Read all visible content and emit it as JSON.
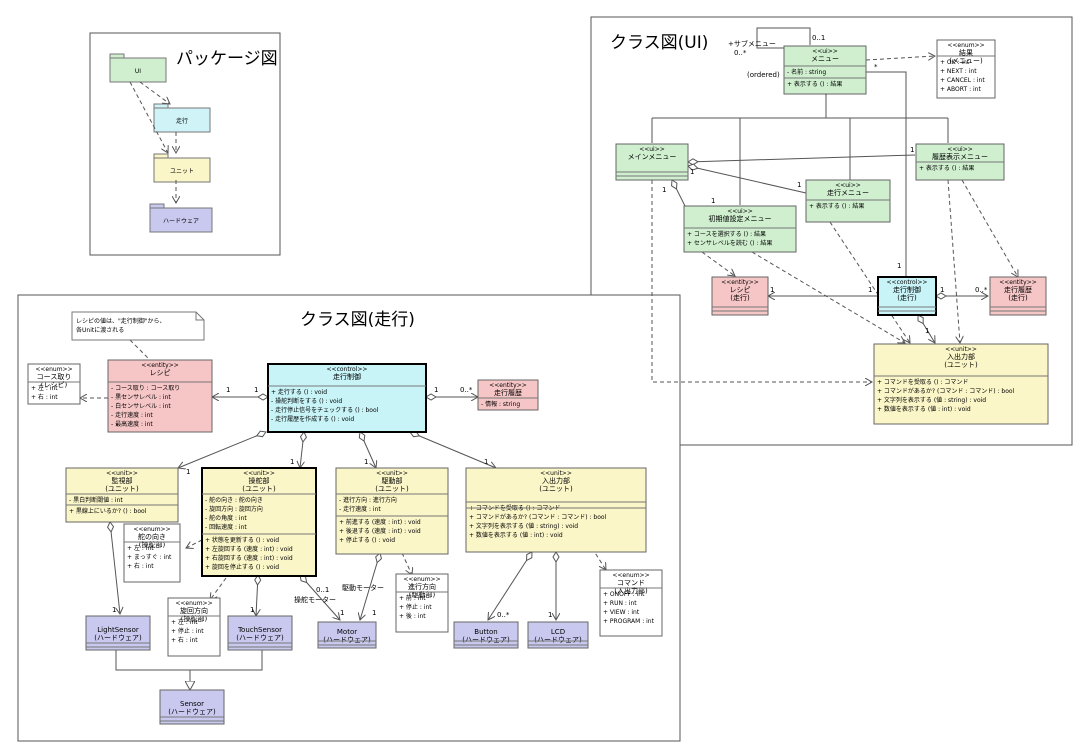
{
  "panels": {
    "pkg": {
      "title": "パッケージ図"
    },
    "ui": {
      "title": "クラス図(UI)"
    },
    "run": {
      "title": "クラス図(走行)"
    }
  },
  "packages": [
    {
      "id": "p-ui",
      "name": "UI",
      "fill": "#cfefcf"
    },
    {
      "id": "p-run",
      "name": "走行",
      "fill": "#cff3f7"
    },
    {
      "id": "p-unit",
      "name": "ユニット",
      "fill": "#fbf6c8"
    },
    {
      "id": "p-hw",
      "name": "ハードウェア",
      "fill": "#c9c9f0"
    }
  ],
  "colors": {
    "ui": "#cfefcf",
    "control": "#c8f4f8",
    "entity": "#f6c6c6",
    "unit": "#fbf6c8",
    "hardware": "#c9c9f0",
    "enum": "#ffffff"
  },
  "note": {
    "text": [
      "レシピの値は、\"走行制御\"から、",
      "各Unitに渡される"
    ]
  },
  "classes": [
    {
      "id": "u-menu",
      "stereo": "<<ui>>",
      "name": "メニュー",
      "attrs": [
        "- 名前 : string"
      ],
      "ops": [
        "+ 表示する () : 結果"
      ],
      "kind": "ui"
    },
    {
      "id": "u-result",
      "stereo": "<<enum>>",
      "name": "結果\n(メニュー)",
      "attrs": [
        "+ OK : int",
        "+ NEXT : int",
        "+ CANCEL : int",
        "+ ABORT : int"
      ],
      "ops": [],
      "kind": "enum"
    },
    {
      "id": "u-main",
      "stereo": "<<ui>>",
      "name": "メインメニュー",
      "attrs": [],
      "ops": [],
      "kind": "ui"
    },
    {
      "id": "u-hist",
      "stereo": "<<ui>>",
      "name": "履歴表示メニュー",
      "attrs": [],
      "ops": [
        "+ 表示する () : 結果"
      ],
      "kind": "ui"
    },
    {
      "id": "u-run",
      "stereo": "<<ui>>",
      "name": "走行メニュー",
      "attrs": [],
      "ops": [
        "+ 表示する () : 結果"
      ],
      "kind": "ui"
    },
    {
      "id": "u-init",
      "stereo": "<<ui>>",
      "name": "初期値設定メニュー",
      "attrs": [],
      "ops": [
        "+ コースを選択する () : 結果",
        "+ センサレベルを読む () : 結果"
      ],
      "kind": "ui"
    },
    {
      "id": "u-recipe",
      "stereo": "<<entity>>",
      "name": "レシピ\n(走行)",
      "attrs": [],
      "ops": [],
      "kind": "entity"
    },
    {
      "id": "u-ctrl",
      "stereo": "<<control>>",
      "name": "走行制御\n(走行)",
      "attrs": [],
      "ops": [],
      "kind": "control"
    },
    {
      "id": "u-histe",
      "stereo": "<<entity>>",
      "name": "走行履歴\n(走行)",
      "attrs": [],
      "ops": [],
      "kind": "entity"
    },
    {
      "id": "u-io",
      "stereo": "<<unit>>",
      "name": "入出力部\n(ユニット)",
      "attrs": [],
      "ops": [
        "+ コマンドを受取る () : コマンド",
        "+ コマンドがあるか? (コマンド : コマンド) : bool",
        "+ 文字列を表示する (値 : string) : void",
        "+ 数値を表示する (値 : int) : void"
      ],
      "kind": "unit"
    },
    {
      "id": "r-course",
      "stereo": "<<enum>>",
      "name": "コース取り\n(レシピ)",
      "attrs": [
        "+ 左 : int",
        "+ 右 : int"
      ],
      "ops": [],
      "kind": "enum"
    },
    {
      "id": "r-recipe",
      "stereo": "<<entity>>",
      "name": "レシピ",
      "attrs": [
        "- コース取り : コース取り",
        "- 黒センサレベル : int",
        "- 白センサレベル : int",
        "- 走行速度 : int",
        "- 最高速度 : int"
      ],
      "ops": [],
      "kind": "entity"
    },
    {
      "id": "r-ctrl",
      "stereo": "<<control>>",
      "name": "走行制御",
      "attrs": [],
      "ops": [
        "+ 走行する () : void",
        "- 操舵判断をする () : void",
        "- 走行停止信号をチェックする () : bool",
        "- 走行履歴を作成する () : void"
      ],
      "kind": "control"
    },
    {
      "id": "r-hist",
      "stereo": "<<entity>>",
      "name": "走行履歴",
      "attrs": [
        "- 情報 : string"
      ],
      "ops": [],
      "kind": "entity"
    },
    {
      "id": "r-mon",
      "stereo": "<<unit>>",
      "name": "監視部\n(ユニット)",
      "attrs": [
        "- 黒白判断閾値 : int"
      ],
      "ops": [
        "+ 黒線上にいるか? () : bool"
      ],
      "kind": "unit"
    },
    {
      "id": "r-steer",
      "stereo": "<<unit>>",
      "name": "操舵部\n(ユニット)",
      "attrs": [
        "- 舵の向き : 舵の向き",
        "- 旋回方向 : 旋回方向",
        "- 舵の角度 : int",
        "- 回転速度 : int"
      ],
      "ops": [
        "+ 状態を更新する () : void",
        "+ 左旋回する (速度 : int) : void",
        "+ 右旋回する (速度 : int) : void",
        "+ 旋回を停止する () : void"
      ],
      "kind": "unit"
    },
    {
      "id": "r-drive",
      "stereo": "<<unit>>",
      "name": "駆動部\n(ユニット)",
      "attrs": [
        "- 進行方向 : 進行方向",
        "- 走行速度 : int"
      ],
      "ops": [
        "+ 前進する (速度 : int) : void",
        "+ 後退する (速度 : int) : void",
        "+ 停止する () : void"
      ],
      "kind": "unit"
    },
    {
      "id": "r-io",
      "stereo": "<<unit>>",
      "name": "入出力部\n(ユニット)",
      "attrs": [],
      "ops": [
        "+ コマンドを受取る () : コマンド",
        "+ コマンドがあるか? (コマンド : コマンド) : bool",
        "+ 文字列を表示する (値 : string) : void",
        "+ 数値を表示する (値 : int) : void"
      ],
      "kind": "unit"
    },
    {
      "id": "r-rud",
      "stereo": "<<enum>>",
      "name": "舵の向き\n(操舵部)",
      "attrs": [
        "+ 左 : int",
        "+ まっすぐ : int",
        "+ 右 : int"
      ],
      "ops": [],
      "kind": "enum"
    },
    {
      "id": "r-turn",
      "stereo": "<<enum>>",
      "name": "旋回方向\n(操舵部)",
      "attrs": [
        "+ 左 : int",
        "+ 停止 : int",
        "+ 右 : int"
      ],
      "ops": [],
      "kind": "enum"
    },
    {
      "id": "r-dir",
      "stereo": "<<enum>>",
      "name": "進行方向\n(駆動部)",
      "attrs": [
        "+ 前 : int",
        "+ 停止 : int",
        "+ 後 : int"
      ],
      "ops": [],
      "kind": "enum"
    },
    {
      "id": "r-cmd",
      "stereo": "<<enum>>",
      "name": "コマンド\n(入出力部)",
      "attrs": [
        "+ ONOFF : int",
        "+ RUN : int",
        "+ VIEW : int",
        "+ PROGRAM : int"
      ],
      "ops": [],
      "kind": "enum"
    },
    {
      "id": "h-light",
      "stereo": "",
      "name": "LightSensor\n(ハードウェア)",
      "attrs": [],
      "ops": [],
      "kind": "hardware"
    },
    {
      "id": "h-touch",
      "stereo": "",
      "name": "TouchSensor\n(ハードウェア)",
      "attrs": [],
      "ops": [],
      "kind": "hardware"
    },
    {
      "id": "h-motor",
      "stereo": "",
      "name": "Motor\n(ハードウェア)",
      "attrs": [],
      "ops": [],
      "kind": "hardware"
    },
    {
      "id": "h-button",
      "stereo": "",
      "name": "Button\n(ハードウェア)",
      "attrs": [],
      "ops": [],
      "kind": "hardware"
    },
    {
      "id": "h-lcd",
      "stereo": "",
      "name": "LCD\n(ハードウェア)",
      "attrs": [],
      "ops": [],
      "kind": "hardware"
    },
    {
      "id": "h-sensor",
      "stereo": "",
      "name": "Sensor\n(ハードウェア)",
      "attrs": [],
      "ops": [],
      "kind": "hardware"
    }
  ],
  "labels": {
    "submenu": "+サブメニュー",
    "zeroMany": "0..*",
    "zeroOne": "0..1",
    "ordered": "(ordered)",
    "star": "*",
    "one": "1",
    "steerMotor": "操舵モーター",
    "driveMotor": "駆動モーター"
  }
}
